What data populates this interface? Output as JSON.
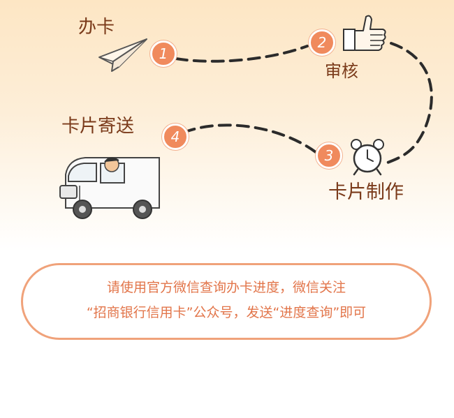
{
  "steps": {
    "apply": {
      "label": "办卡",
      "number": "1",
      "icon": "paper-plane-icon"
    },
    "review": {
      "label": "审核",
      "number": "2",
      "icon": "thumbs-up-icon"
    },
    "make": {
      "label": "卡片制作",
      "number": "3",
      "icon": "alarm-clock-icon"
    },
    "deliver": {
      "label": "卡片寄送",
      "number": "4",
      "icon": "delivery-van-icon"
    }
  },
  "notice": {
    "line1": "请使用官方微信查询办卡进度，微信关注",
    "line2": "“招商银行信用卡”公众号，发送“进度查询”即可"
  },
  "colors": {
    "accent": "#f08a5d",
    "label": "#7a3a1a",
    "notice_text": "#e2754a",
    "notice_border": "#f0a27a",
    "path": "#2b2b2b"
  }
}
